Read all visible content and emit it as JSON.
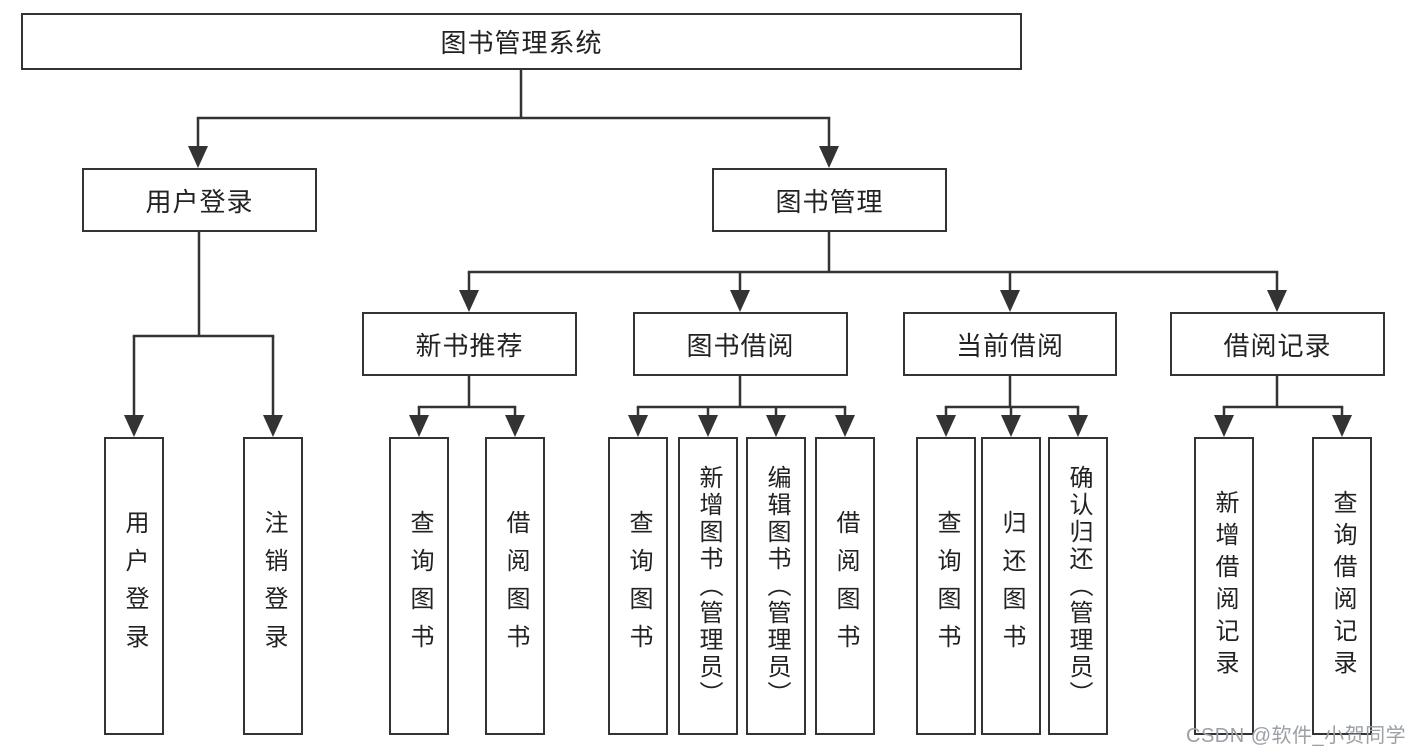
{
  "diagram": {
    "root": {
      "label": "图书管理系统"
    },
    "level2": [
      {
        "label": "用户登录"
      },
      {
        "label": "图书管理"
      }
    ],
    "level3": [
      {
        "label": "新书推荐"
      },
      {
        "label": "图书借阅"
      },
      {
        "label": "当前借阅"
      },
      {
        "label": "借阅记录"
      }
    ],
    "leaves": [
      {
        "label": "用户登录"
      },
      {
        "label": "注销登录"
      },
      {
        "label": "查询图书"
      },
      {
        "label": "借阅图书"
      },
      {
        "label": "查询图书"
      },
      {
        "label": "新增图书（管理员）"
      },
      {
        "label": "编辑图书（管理员）"
      },
      {
        "label": "借阅图书"
      },
      {
        "label": "查询图书"
      },
      {
        "label": "归还图书"
      },
      {
        "label": "确认归还（管理员）"
      },
      {
        "label": "新增借阅记录"
      },
      {
        "label": "查询借阅记录"
      }
    ]
  },
  "watermark": {
    "text": "CSDN @软件_小贺同学"
  },
  "colors": {
    "line": "#333333",
    "text": "#222222",
    "watermark": "#9aa0a6",
    "background": "#ffffff"
  }
}
